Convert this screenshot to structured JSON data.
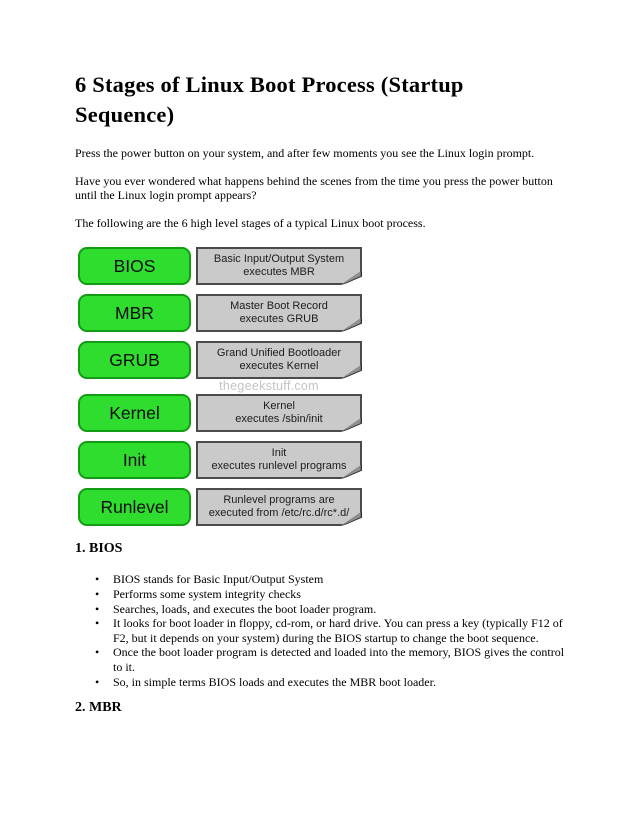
{
  "article": {
    "title": "6 Stages of Linux Boot Process (Startup Sequence)",
    "paragraphs": [
      "Press the power button on your system, and after few moments you see the Linux login prompt.",
      "Have you ever wondered what happens behind the scenes from the time you press the power button until the Linux login prompt appears?",
      "The following are the 6 high level stages of a typical Linux boot process."
    ],
    "bullet_glyph": "•",
    "sections": [
      {
        "heading": "1. BIOS",
        "bullets": [
          "BIOS stands for Basic Input/Output System",
          "Performs some system integrity checks",
          "Searches, loads, and executes the boot loader program.",
          "It looks for boot loader in floppy, cd-rom, or hard drive. You can press a key (typically F12 of F2, but it depends on your system) during the BIOS startup to change the boot sequence.",
          "Once the boot loader program is detected and loaded into the memory, BIOS gives the control to it.",
          "So, in simple terms BIOS loads and executes the MBR boot loader."
        ]
      },
      {
        "heading": "2. MBR"
      }
    ]
  },
  "diagram": {
    "watermark": "thegeekstuff.com",
    "colors": {
      "stage_fill": "#2EDD2E",
      "stage_border": "#149C14",
      "note_fill": "#CACACA",
      "note_border": "#4B4B4B",
      "watermark_text": "#C3C3C3"
    },
    "stages": [
      {
        "label": "BIOS",
        "note": [
          "Basic Input/Output System",
          "executes MBR"
        ]
      },
      {
        "label": "MBR",
        "note": [
          "Master Boot Record",
          "executes GRUB"
        ]
      },
      {
        "label": "GRUB",
        "note": [
          "Grand Unified Bootloader",
          "executes Kernel"
        ]
      },
      {
        "label": "Kernel",
        "note": [
          "Kernel",
          "executes /sbin/init"
        ]
      },
      {
        "label": "Init",
        "note": [
          "Init",
          "executes runlevel programs"
        ]
      },
      {
        "label": "Runlevel",
        "note": [
          "Runlevel programs are",
          "executed from /etc/rc.d/rc*.d/"
        ]
      }
    ]
  }
}
